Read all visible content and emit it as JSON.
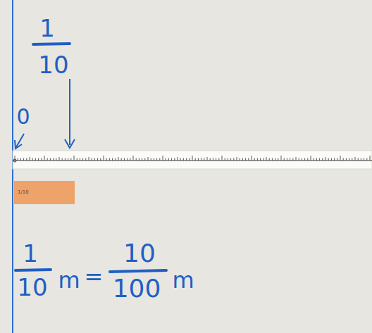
{
  "diagram": {
    "nodes": [
      {
        "text": [
          "1/10"
        ]
      }
    ],
    "labels": [
      "1",
      "10",
      "0",
      "1",
      "10",
      "m",
      "=",
      "10",
      "100",
      "m"
    ]
  }
}
